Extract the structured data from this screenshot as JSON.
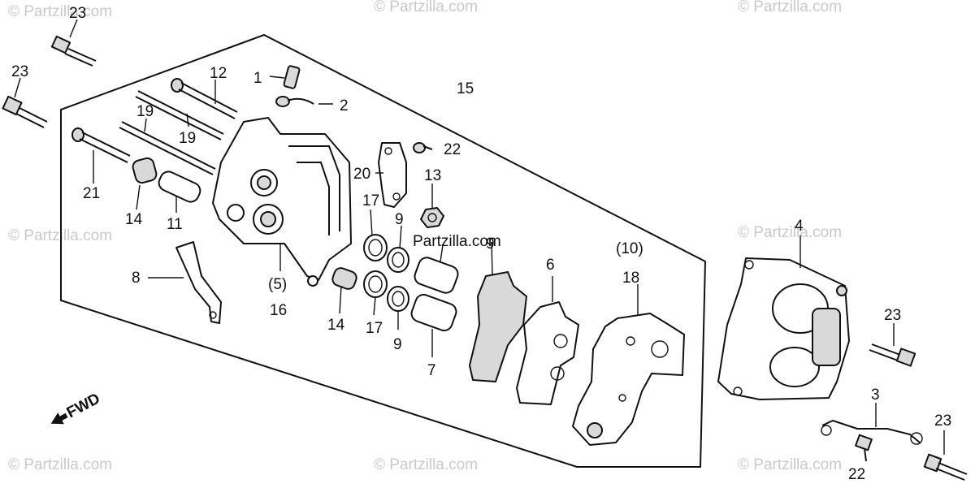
{
  "watermark": {
    "text": "© Partzilla.com",
    "center_text": "Partzilla.com"
  },
  "fwd_label": "FWD",
  "labels": {
    "l1": "1",
    "l2": "2",
    "l3": "3",
    "l4": "4",
    "l5": "(5)",
    "l6": "6",
    "l7": "7",
    "l8": "8",
    "l9a": "9",
    "l9b": "9",
    "l9c": "9",
    "l10": "(10)",
    "l11": "11",
    "l12": "12",
    "l13": "13",
    "l14a": "14",
    "l14b": "14",
    "l15": "15",
    "l16": "16",
    "l17a": "17",
    "l17b": "17",
    "l18": "18",
    "l19a": "19",
    "l19b": "19",
    "l20": "20",
    "l21": "21",
    "l22a": "22",
    "l22b": "22",
    "l23a": "23",
    "l23b": "23",
    "l23c": "23",
    "l23d": "23"
  }
}
